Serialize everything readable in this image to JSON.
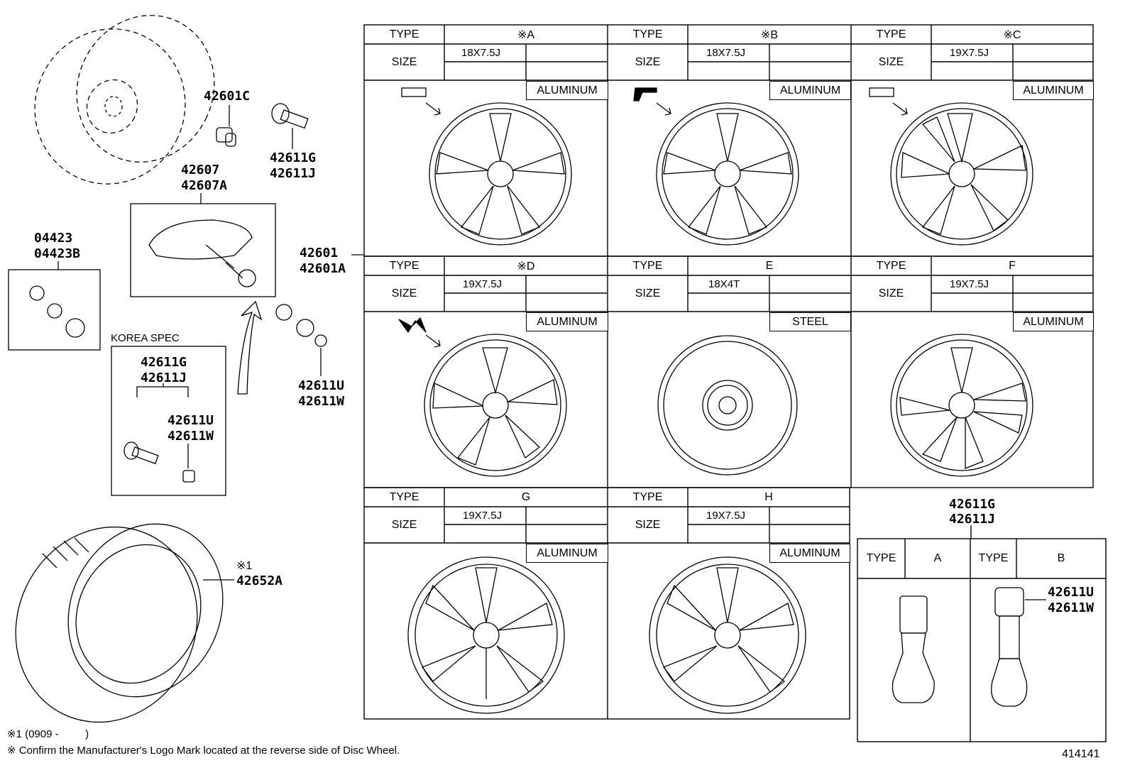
{
  "parts": {
    "p42601c": "42601C",
    "p42611g_a": "42611G",
    "p42611j_a": "42611J",
    "p42607": "42607",
    "p42607a": "42607A",
    "p04423": "04423",
    "p04423b": "04423B",
    "korea_spec": "KOREA SPEC",
    "p42611g_b": "42611G",
    "p42611j_b": "42611J",
    "p42611u_b": "42611U",
    "p42611w_b": "42611W",
    "p42611u_a": "42611U",
    "p42611w_a": "42611W",
    "p42601": "42601",
    "p42601a": "42601A",
    "note1_mark": "※1",
    "p42652a": "42652A",
    "p42611g_c": "42611G",
    "p42611j_c": "42611J",
    "p42611u_c": "42611U",
    "p42611w_c": "42611W"
  },
  "labels": {
    "type": "TYPE",
    "size": "SIZE"
  },
  "wheels": [
    {
      "type": "※A",
      "size": "18X7.5J",
      "material": "ALUMINUM"
    },
    {
      "type": "※B",
      "size": "18X7.5J",
      "material": "ALUMINUM"
    },
    {
      "type": "※C",
      "size": "19X7.5J",
      "material": "ALUMINUM"
    },
    {
      "type": "※D",
      "size": "19X7.5J",
      "material": "ALUMINUM"
    },
    {
      "type": "E",
      "size": "18X4T",
      "material": "STEEL"
    },
    {
      "type": "F",
      "size": "19X7.5J",
      "material": "ALUMINUM"
    },
    {
      "type": "G",
      "size": "19X7.5J",
      "material": "ALUMINUM"
    },
    {
      "type": "H",
      "size": "19X7.5J",
      "material": "ALUMINUM"
    }
  ],
  "valve_types": [
    {
      "type": "A"
    },
    {
      "type": "B"
    }
  ],
  "footnotes": {
    "note1": "※1 (0909 -         )",
    "note2": "※ Confirm the Manufacturer's Logo Mark located at the reverse side of Disc Wheel."
  },
  "diagram_id": "414141"
}
